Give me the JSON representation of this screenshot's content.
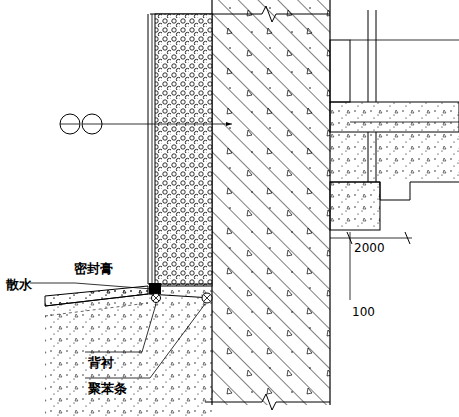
{
  "diagram": {
    "labels": [
      "散水",
      "密封膏",
      "背衬",
      "聚苯条",
      "2000",
      "100"
    ]
  }
}
